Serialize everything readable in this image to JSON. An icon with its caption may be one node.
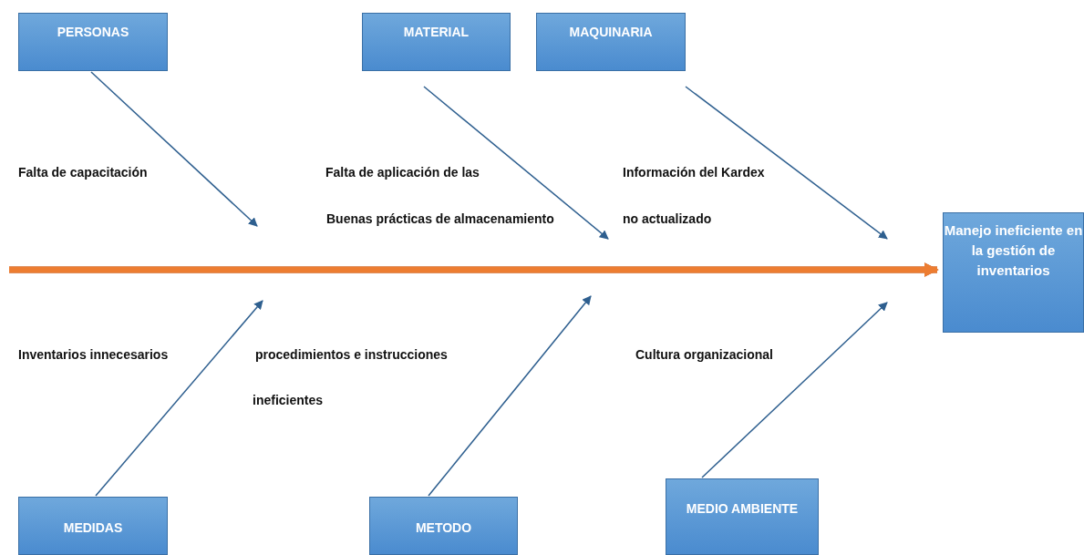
{
  "diagram": {
    "nodes": [
      {
        "text": [
          "PERSONAS"
        ]
      },
      {
        "text": [
          "MATERIAL"
        ]
      },
      {
        "text": [
          "MAQUINARIA"
        ]
      },
      {
        "text": [
          "Manejo ineficiente en la gestión de inventarios"
        ]
      },
      {
        "text": [
          "MEDIDAS"
        ]
      },
      {
        "text": [
          "METODO"
        ]
      },
      {
        "text": [
          "MEDIO AMBIENTE"
        ]
      }
    ],
    "edges": [
      {
        "from": 0,
        "to": null,
        "arrow": "to"
      },
      {
        "from": 1,
        "to": null,
        "arrow": "to"
      },
      {
        "from": 2,
        "to": null,
        "arrow": "to"
      },
      {
        "from": null,
        "to": 3,
        "arrow": "to",
        "style": "thick",
        "color": "#ed7d31"
      },
      {
        "from": 4,
        "to": null,
        "arrow": "to"
      },
      {
        "from": 5,
        "to": null,
        "arrow": "to"
      },
      {
        "from": 6,
        "to": null,
        "arrow": "to"
      }
    ],
    "labels": [
      "Falta de capacitación",
      "Falta de aplicación de las",
      "Información del Kardex",
      "Buenas prácticas de almacenamiento",
      "no actualizado",
      "Inventarios innecesarios",
      "procedimientos e instrucciones",
      "Cultura organizacional",
      "ineficientes"
    ]
  }
}
